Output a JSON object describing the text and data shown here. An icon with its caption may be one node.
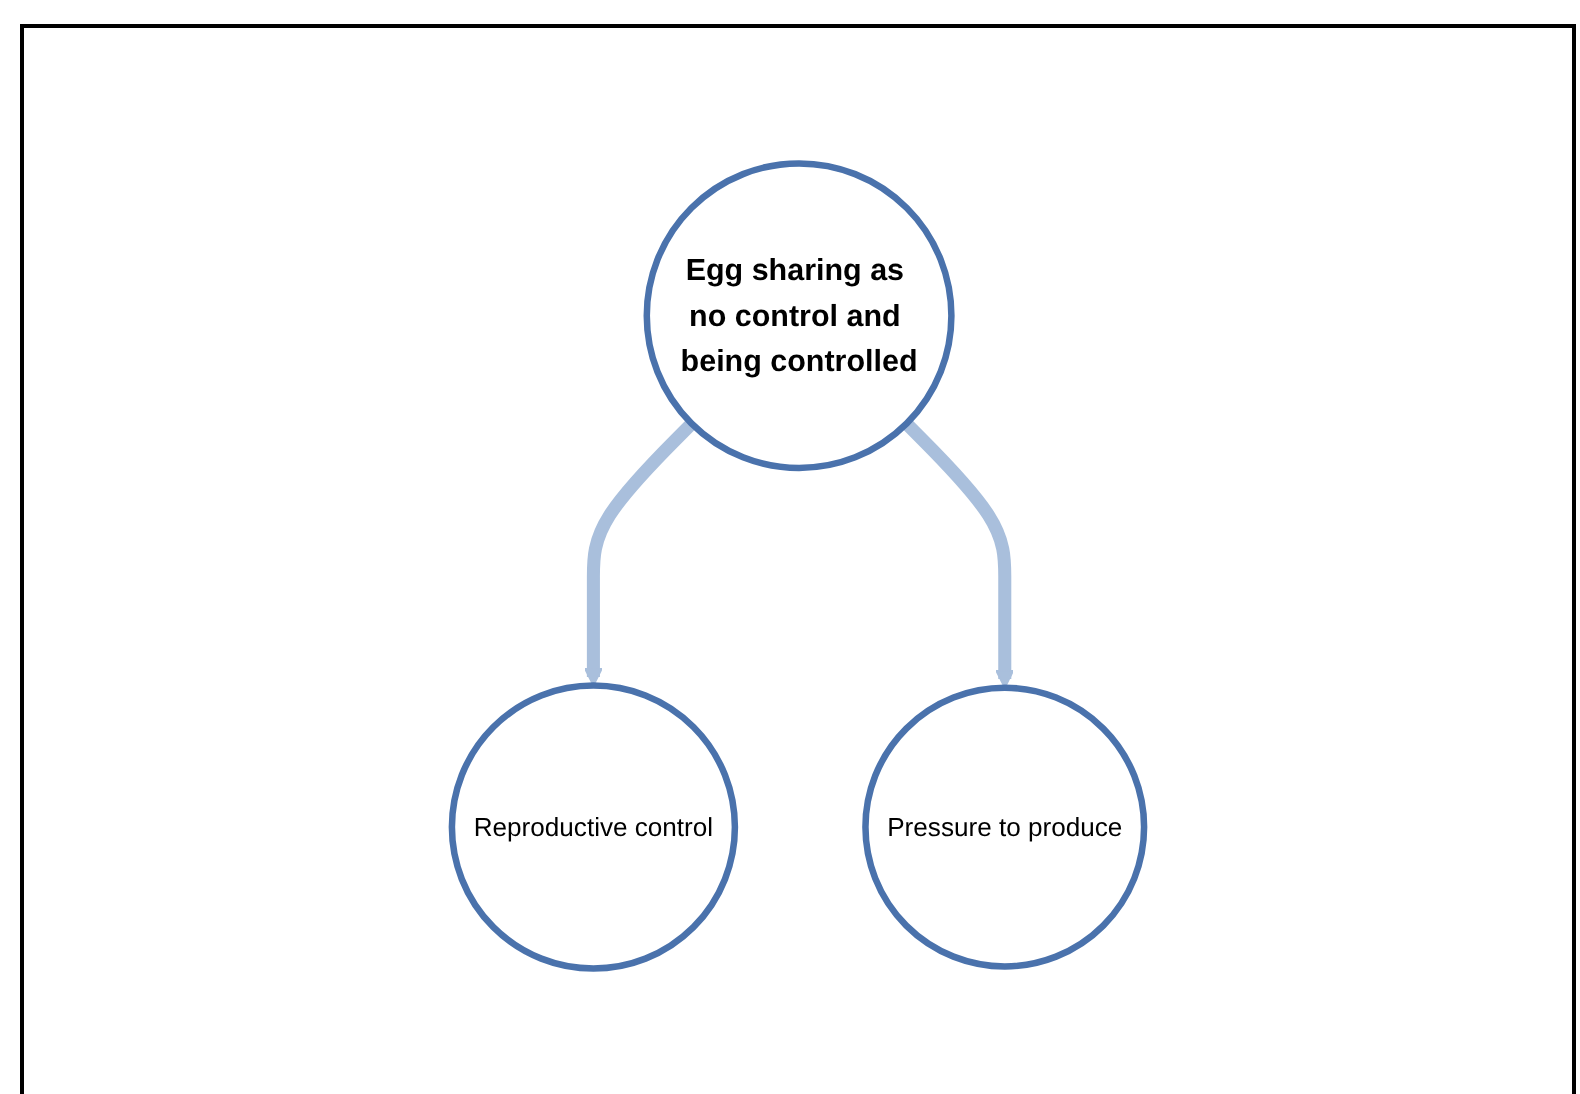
{
  "diagram": {
    "nodes": [
      {
        "text": [
          "Egg sharing as no control and being controlled"
        ]
      },
      {
        "text": [
          "Reproductive control"
        ]
      },
      {
        "text": [
          "Pressure to produce"
        ]
      }
    ],
    "edges": [
      {
        "from": 0,
        "to": 1,
        "arrow": "to"
      },
      {
        "from": 0,
        "to": 2,
        "arrow": "to"
      }
    ]
  }
}
